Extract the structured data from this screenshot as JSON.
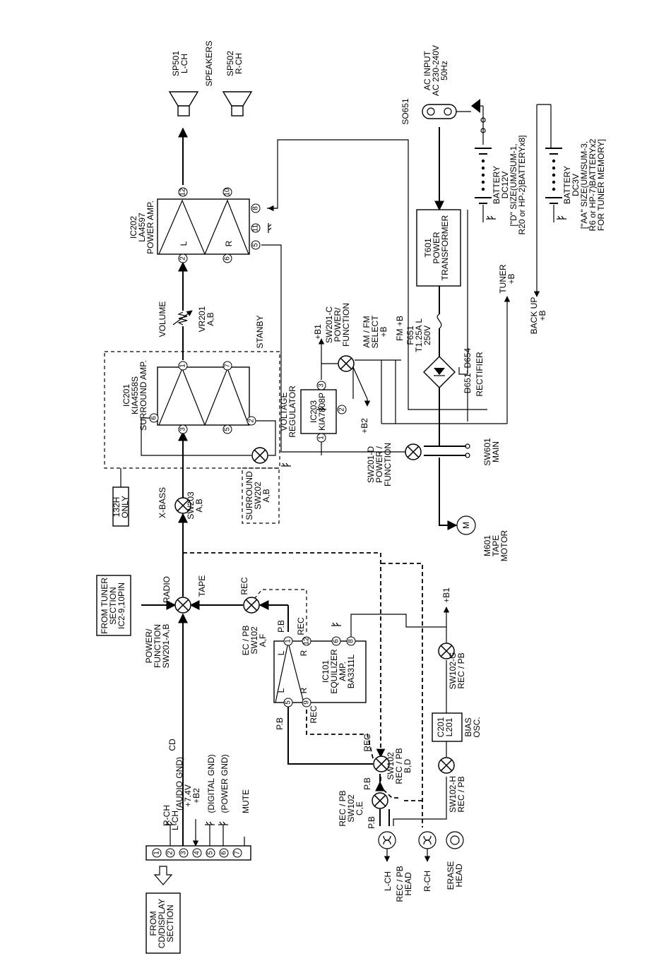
{
  "inputs": {
    "cd_display": "FROM\nCD/DISPLAY\nSECTION",
    "tuner": "FROM TUNER\nSECTION\nIC2-9,10PIN",
    "model_note": "132H\nONLY"
  },
  "connector_pins": [
    {
      "num": "1",
      "label": "R-CH"
    },
    {
      "num": "2",
      "label": "(AUDIO GND)"
    },
    {
      "num": "3",
      "label": "L-CH"
    },
    {
      "num": "4",
      "label": "+7.4V\n+B2"
    },
    {
      "num": "5",
      "label": "(DIGITAL GND)"
    },
    {
      "num": "6",
      "label": "(POWER GND)"
    },
    {
      "num": "7",
      "label": "MUTE"
    }
  ],
  "labels": {
    "cd": "CD",
    "radio": "RADIO",
    "tape": "TAPE",
    "rec": "REC",
    "pb": "P.B",
    "xbass": "X-BASS",
    "volume": "VOLUME",
    "stanby": "STANBY",
    "tuner_b": "TUNER\n+B",
    "backup_b": "BACK UP\n+B",
    "b1": "+B1",
    "b2": "+B2",
    "am_fm_select": "AM / FM\nSELECT\n+B",
    "fm_b": "FM +B",
    "speakers": "SPEAKERS",
    "rectifier": "RECTIFIER",
    "rectifier_ref": "D651~D654",
    "voltage_regulator": "VOLTAGE\nREGULATOR",
    "ac_input": "AC INPUT\nAC 230-240V\n50Hz",
    "so651": "SO651"
  },
  "switches": {
    "sw201_ab": "POWER/\nFUNCTION\nSW201-A,B",
    "sw203": "SW203\nA,B",
    "sw202": "SURROUND\nSW202\nA,B",
    "sw102_af": "EC / PB\nSW102\nA,F",
    "sw102_bd": "SW102\nREC / PB\nB,D",
    "sw102_ce": "REC / PB\nSW102\nC,E",
    "sw102_g": "SW102-G\nREC / PB",
    "sw102_h": "SW102-H\nREC / PB",
    "sw201_c": "SW201-C\nPOWER/\nFUNCTION",
    "sw201_d": "SW201-D\nPOWER /\nFUNCTION",
    "sw601": "SW601\nMAIN"
  },
  "ics": {
    "ic101": "IC101\nEQUILIZER\nAMP.\nBA3311L",
    "ic201": "IC201\nKIA4558S\nSURROUND AMP.",
    "ic202": "IC202\nLA4597\nPOWER AMP.",
    "ic203": "IC203\nKIA7808P"
  },
  "ic_pins": {
    "ic101": [
      "1",
      "12",
      "6",
      "8",
      "5",
      "9"
    ],
    "ic201": [
      "3",
      "1",
      "6",
      "5",
      "7",
      "2"
    ],
    "ic202": [
      "2",
      "6",
      "12",
      "10",
      "8",
      "11",
      "5"
    ],
    "ic203": [
      "1",
      "2",
      "3"
    ]
  },
  "ic_channels": {
    "l": "L",
    "r": "R"
  },
  "components": {
    "vr201": "VR201\nA,B",
    "sp501": "SP501\nL-CH",
    "sp502": "SP502\nR-CH",
    "t601": "T601\nPOWER\nTRANSFORMER",
    "f651": "F651\nT1.25A L\n250V",
    "bias_osc": "C201\nL201",
    "bias_label": "BIAS\nOSC.",
    "motor": "M601\nTAPE\nMOTOR",
    "motor_symbol": "M",
    "battery_dc12": "BATTERY\nDC12V\n[\"D\" SIZE(UM/SUM-1,\nR20 or HP-2)BATTERYx8]",
    "battery_dc3": "BATTERY\nDC3V\n[\"AA\" SIZE(UM/SUM-3,\nR6 or HP-7)BATTERYx2\nFOR TUNER MEMORY]"
  },
  "heads": {
    "lch": "L-CH",
    "rch": "R-CH",
    "recpb": "REC / PB\nHEAD",
    "erase": "ERASE\nHEAD"
  }
}
